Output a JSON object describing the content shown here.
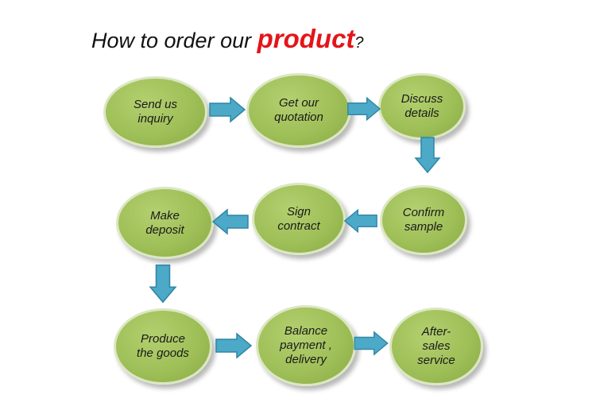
{
  "title": {
    "prefix": "How to order our ",
    "highlight": "product",
    "suffix": "?"
  },
  "steps": [
    {
      "label": "Send us\ninquiry"
    },
    {
      "label": "Get our\nquotation"
    },
    {
      "label": "Discuss\ndetails"
    },
    {
      "label": "Confirm\nsample"
    },
    {
      "label": "Sign\ncontract"
    },
    {
      "label": "Make\ndeposit"
    },
    {
      "label": "Produce\nthe goods"
    },
    {
      "label": "Balance\npayment ,\ndelivery"
    },
    {
      "label": "After-\nsales\nservice"
    }
  ],
  "colors": {
    "node_fill": "#9fbf58",
    "node_border": "#dbe7c2",
    "arrow_fill": "#4ca9c8",
    "accent_text": "#e4141a"
  }
}
